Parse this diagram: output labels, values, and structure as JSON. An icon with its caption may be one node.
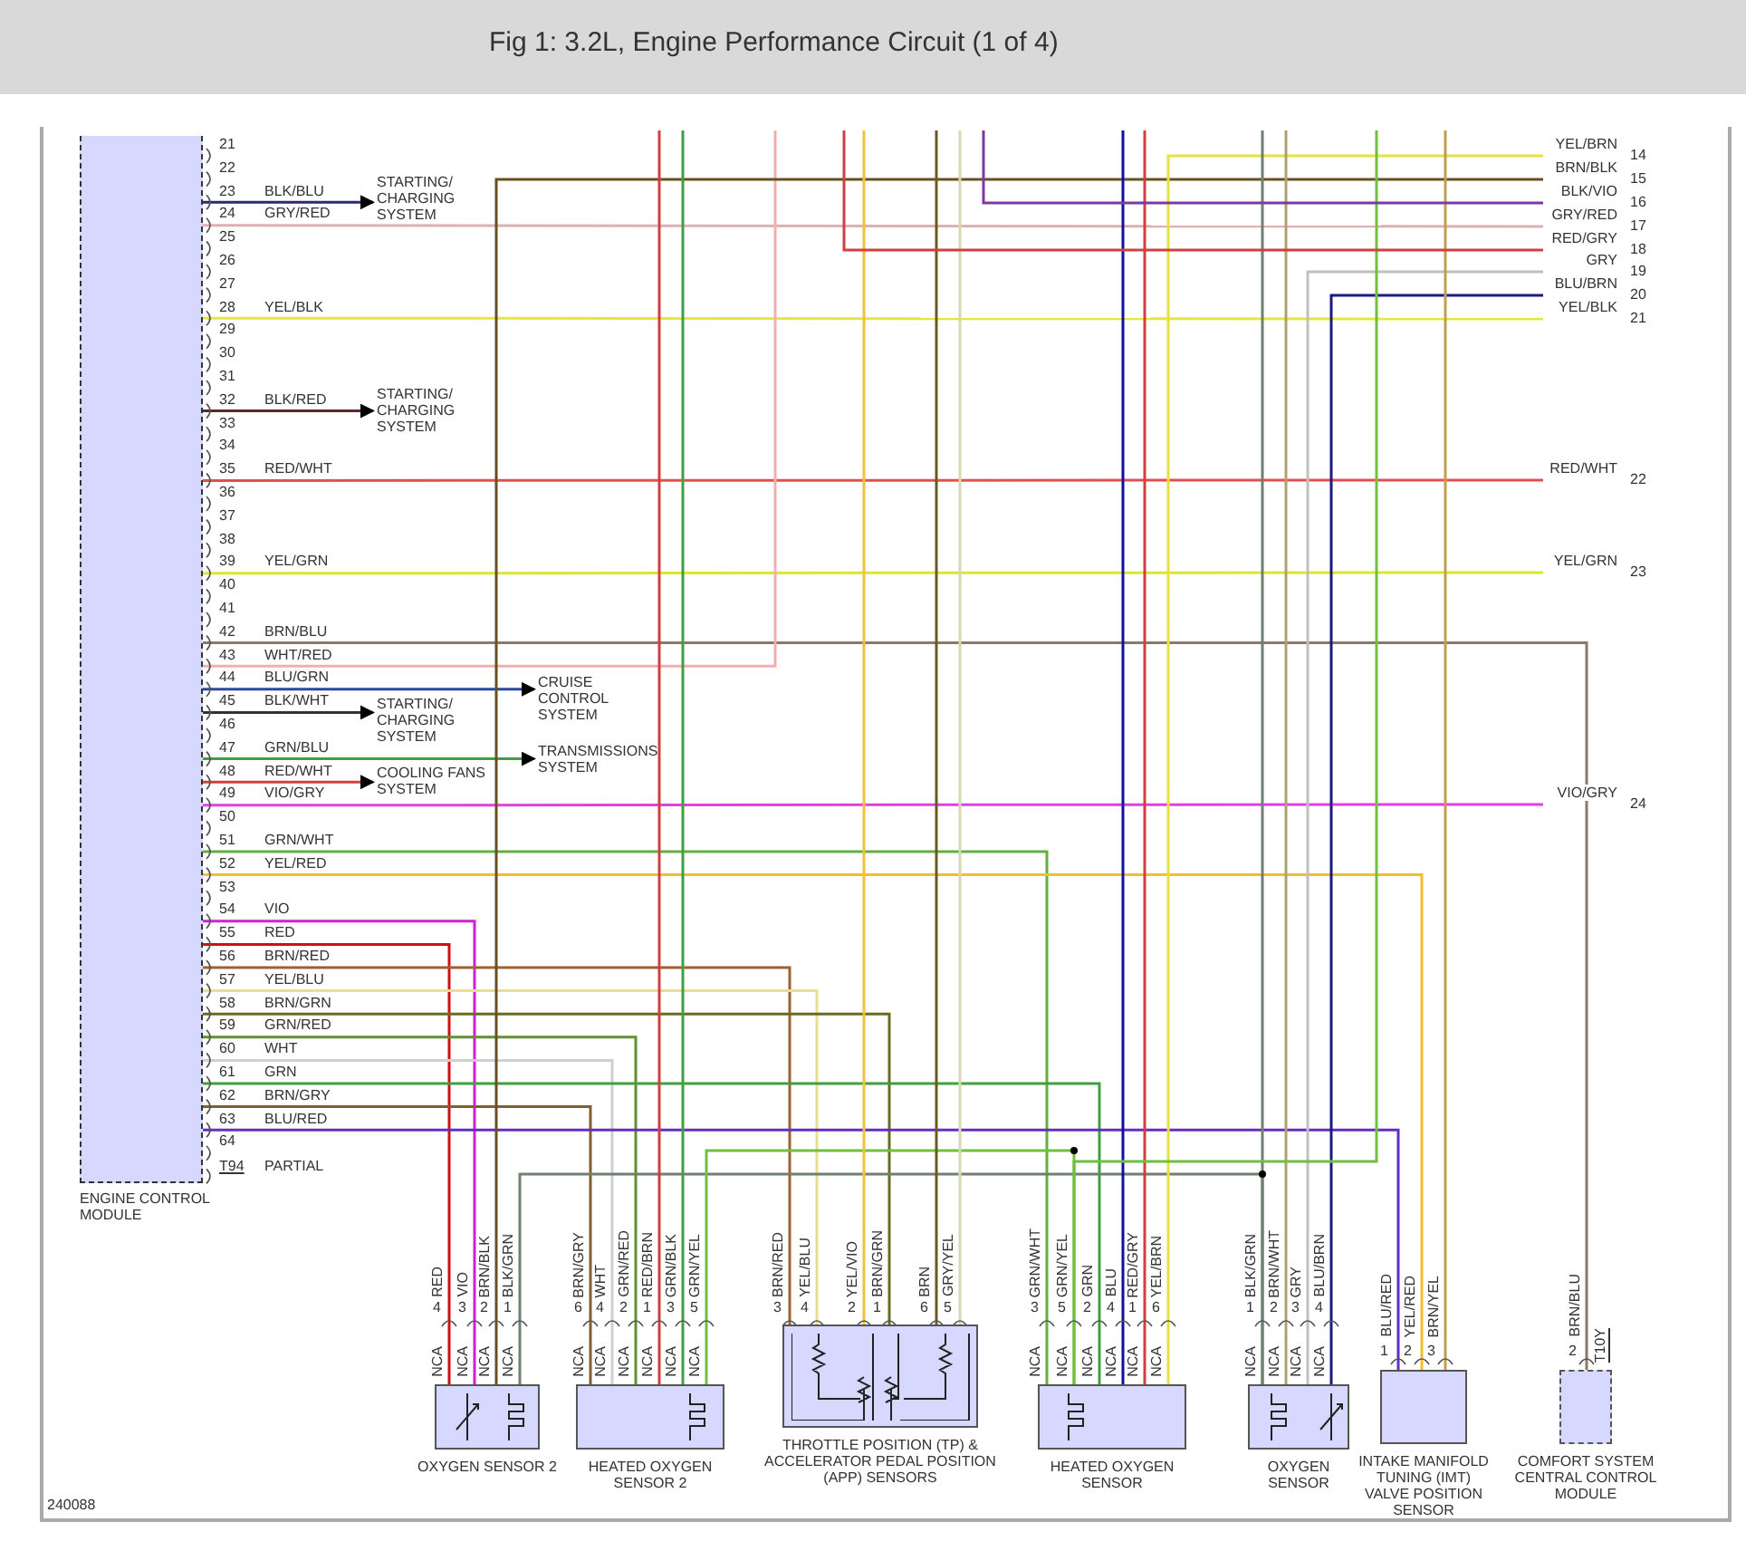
{
  "diagram": {
    "title": "Fig 1: 3.2L, Engine Performance Circuit (1 of 4)",
    "nodes": [
      {
        "text": [
          "ENGINE CONTROL MODULE"
        ]
      },
      {
        "text": [
          "STARTING/ CHARGING SYSTEM"
        ]
      },
      {
        "text": [
          "STARTING/ CHARGING SYSTEM"
        ]
      },
      {
        "text": [
          "CRUISE CONTROL SYSTEM"
        ]
      },
      {
        "text": [
          "STARTING/ CHARGING SYSTEM"
        ]
      },
      {
        "text": [
          "TRANSMISSIONS SYSTEM"
        ]
      },
      {
        "text": [
          "COOLING FANS SYSTEM"
        ]
      },
      {
        "text": [
          "OXYGEN SENSOR 2"
        ]
      },
      {
        "text": [
          "HEATED OXYGEN SENSOR 2"
        ]
      },
      {
        "text": [
          "THROTTLE POSITION (TP) & ACCELERATOR PEDAL POSITION (APP) SENSORS"
        ]
      },
      {
        "text": [
          "HEATED OXYGEN SENSOR"
        ]
      },
      {
        "text": [
          "OXYGEN SENSOR"
        ]
      },
      {
        "text": [
          "INTAKE MANIFOLD TUNING (IMT) VALVE POSITION SENSOR"
        ]
      },
      {
        "text": [
          "COMFORT SYSTEM CENTRAL CONTROL MODULE"
        ]
      },
      {
        "text": [
          "YEL/BRN",
          "14"
        ]
      },
      {
        "text": [
          "BRN/BLK",
          "15"
        ]
      },
      {
        "text": [
          "BLK/VIO",
          "16"
        ]
      },
      {
        "text": [
          "GRY/RED",
          "17"
        ]
      },
      {
        "text": [
          "RED/GRY",
          "18"
        ]
      },
      {
        "text": [
          "GRY",
          "19"
        ]
      },
      {
        "text": [
          "BLU/BRN",
          "20"
        ]
      },
      {
        "text": [
          "YEL/BLK",
          "21"
        ]
      },
      {
        "text": [
          "RED/WHT",
          "22"
        ]
      },
      {
        "text": [
          "YEL/GRN",
          "23"
        ]
      },
      {
        "text": [
          "VIO/GRY",
          "24"
        ]
      }
    ],
    "edges": [
      {
        "from": 0,
        "to": 1,
        "arrow": "to",
        "label": "BLK/BLU",
        "color": "#2b2b6b"
      },
      {
        "from": 0,
        "to": 17,
        "arrow": "none",
        "label": "GRY/RED",
        "color": "#e0b0b0"
      },
      {
        "from": 0,
        "to": 21,
        "arrow": "none",
        "label": "YEL/BLK",
        "color": "#e6e640"
      },
      {
        "from": 0,
        "to": 2,
        "arrow": "to",
        "label": "BLK/RED",
        "color": "#5a2a2a"
      },
      {
        "from": 0,
        "to": 22,
        "arrow": "none",
        "label": "RED/WHT",
        "color": "#e05050"
      },
      {
        "from": 0,
        "to": 23,
        "arrow": "none",
        "label": "YEL/GRN",
        "color": "#d8e830"
      },
      {
        "from": 0,
        "to": 13,
        "arrow": "none",
        "label": "BRN/BLU",
        "color": "#8a7a6a"
      },
      {
        "from": 0,
        "to": null,
        "arrow": "none",
        "label": "WHT/RED",
        "color": "#f0b0b0"
      },
      {
        "from": 0,
        "to": 3,
        "arrow": "to",
        "label": "BLU/GRN",
        "color": "#2a4aa0"
      },
      {
        "from": 0,
        "to": 4,
        "arrow": "to",
        "label": "BLK/WHT",
        "color": "#333333"
      },
      {
        "from": 0,
        "to": 5,
        "arrow": "to",
        "label": "GRN/BLU",
        "color": "#40a040"
      },
      {
        "from": 0,
        "to": 6,
        "arrow": "to",
        "label": "RED/WHT",
        "color": "#d04040"
      },
      {
        "from": 0,
        "to": 24,
        "arrow": "none",
        "label": "VIO/GRY",
        "color": "#e040e0"
      },
      {
        "from": 0,
        "to": 10,
        "arrow": "none",
        "label": "GRN/WHT",
        "color": "#60b040"
      },
      {
        "from": 0,
        "to": 12,
        "arrow": "none",
        "label": "YEL/RED",
        "color": "#f0c030"
      },
      {
        "from": 0,
        "to": 7,
        "arrow": "none",
        "label": "VIO",
        "color": "#d020d0"
      },
      {
        "from": 0,
        "to": 7,
        "arrow": "none",
        "label": "RED",
        "color": "#d01010"
      },
      {
        "from": 0,
        "to": 9,
        "arrow": "none",
        "label": "BRN/RED",
        "color": "#a06030"
      },
      {
        "from": 0,
        "to": 9,
        "arrow": "none",
        "label": "YEL/BLU",
        "color": "#e8e090"
      },
      {
        "from": 0,
        "to": 9,
        "arrow": "none",
        "label": "BRN/GRN",
        "color": "#6a6a20"
      },
      {
        "from": 0,
        "to": 8,
        "arrow": "none",
        "label": "GRN/RED",
        "color": "#609030"
      },
      {
        "from": 0,
        "to": 8,
        "arrow": "none",
        "label": "WHT",
        "color": "#d0d0d0"
      },
      {
        "from": 0,
        "to": 10,
        "arrow": "none",
        "label": "GRN",
        "color": "#40a040"
      },
      {
        "from": 0,
        "to": 8,
        "arrow": "none",
        "label": "BRN/GRY",
        "color": "#806030"
      },
      {
        "from": 0,
        "to": 12,
        "arrow": "none",
        "label": "BLU/RED",
        "color": "#6030c0"
      },
      {
        "from": 7,
        "to": 15,
        "arrow": "none",
        "label": "BRN/BLK",
        "color": "#6a5020"
      },
      {
        "from": 7,
        "to": 11,
        "arrow": "none",
        "label": "BLK/GRN",
        "color": "#708070"
      },
      {
        "from": 8,
        "to": null,
        "arrow": "none",
        "label": "RED/BRN",
        "color": "#d04040"
      },
      {
        "from": 8,
        "to": null,
        "arrow": "none",
        "label": "GRN/BLK",
        "color": "#40a040"
      },
      {
        "from": 8,
        "to": 10,
        "arrow": "none",
        "label": "GRN/YEL",
        "color": "#70c040"
      },
      {
        "from": 9,
        "to": null,
        "arrow": "none",
        "label": "YEL/VIO",
        "color": "#f0c040"
      },
      {
        "from": 9,
        "to": null,
        "arrow": "none",
        "label": "BRN",
        "color": "#6a5a20"
      },
      {
        "from": 9,
        "to": null,
        "arrow": "none",
        "label": "GRY/YEL",
        "color": "#d8d8b0"
      },
      {
        "from": 10,
        "to": null,
        "arrow": "none",
        "label": "BLU",
        "color": "#1010a0"
      },
      {
        "from": 10,
        "to": null,
        "arrow": "none",
        "label": "RED/GRY",
        "color": "#d04040"
      },
      {
        "from": 10,
        "to": 14,
        "arrow": "none",
        "label": "YEL/BRN",
        "color": "#e8e040"
      },
      {
        "from": 11,
        "to": null,
        "arrow": "none",
        "label": "BRN/WHT",
        "color": "#b0a070"
      },
      {
        "from": 11,
        "to": 19,
        "arrow": "none",
        "label": "GRY",
        "color": "#c0c0c0"
      },
      {
        "from": 11,
        "to": 20,
        "arrow": "none",
        "label": "BLU/BRN",
        "color": "#1a1a80"
      },
      {
        "from": 12,
        "to": null,
        "arrow": "none",
        "label": "BRN/YEL",
        "color": "#c0a050"
      },
      {
        "from": 11,
        "to": null,
        "arrow": "none",
        "color": "#708070"
      },
      {
        "from": 10,
        "to": null,
        "arrow": "none",
        "color": "#70c040"
      },
      {
        "from": null,
        "to": 16,
        "arrow": "none",
        "color": "#7a3aa0"
      },
      {
        "from": null,
        "to": 18,
        "arrow": "none",
        "color": "#d04040"
      }
    ],
    "labels": [
      "21",
      "22",
      "23",
      "24",
      "25",
      "26",
      "27",
      "28",
      "29",
      "30",
      "31",
      "32",
      "33",
      "34",
      "35",
      "36",
      "37",
      "38",
      "39",
      "40",
      "41",
      "42",
      "43",
      "44",
      "45",
      "46",
      "47",
      "48",
      "49",
      "50",
      "51",
      "52",
      "53",
      "54",
      "55",
      "56",
      "57",
      "58",
      "59",
      "60",
      "61",
      "62",
      "63",
      "64",
      "T94",
      "PARTIAL",
      "RED",
      "4",
      "NCA",
      "VIO",
      "3",
      "NCA",
      "2",
      "NCA",
      "1",
      "NCA",
      "BRN/GRY",
      "6",
      "NCA",
      "WHT",
      "4",
      "NCA",
      "GRN/RED",
      "2",
      "NCA",
      "1",
      "NCA",
      "3",
      "NCA",
      "5",
      "NCA",
      "BRN/RED",
      "3",
      "YEL/BLU",
      "4",
      "2",
      "BRN/GRN",
      "1",
      "6",
      "5",
      "GRN/WHT",
      "3",
      "NCA",
      "GRN/YEL",
      "5",
      "NCA",
      "GRN",
      "2",
      "NCA",
      "4",
      "NCA",
      "1",
      "NCA",
      "6",
      "NCA",
      "BLK/GRN",
      "1",
      "NCA",
      "2",
      "NCA",
      "3",
      "NCA",
      "4",
      "NCA",
      "BLU/RED",
      "1",
      "YEL/RED",
      "2",
      "3",
      "BRN/BLU",
      "2",
      "T10Y",
      "240088"
    ]
  }
}
